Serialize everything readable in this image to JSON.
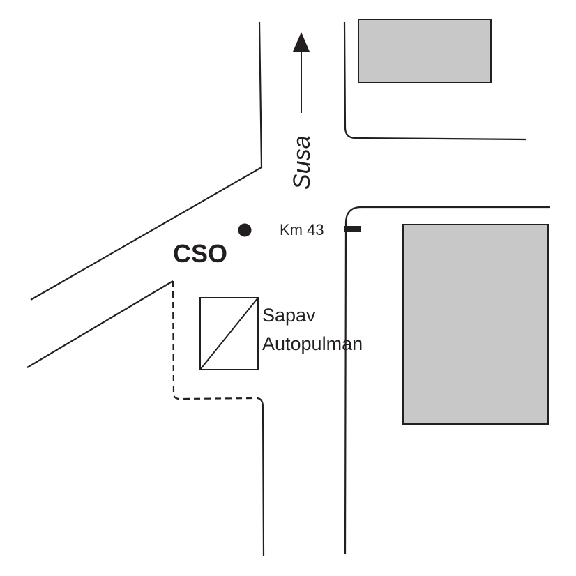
{
  "map": {
    "station": {
      "label": "CSO"
    },
    "kilometer_marker": {
      "label": "Km 43"
    },
    "poi": {
      "line1": "Sapav",
      "line2": "Autopulman"
    },
    "direction": {
      "label": "Susa",
      "arrow": "up"
    }
  },
  "colors": {
    "line": "#231f20",
    "building_fill": "#c8c8c9",
    "background": "#ffffff"
  }
}
